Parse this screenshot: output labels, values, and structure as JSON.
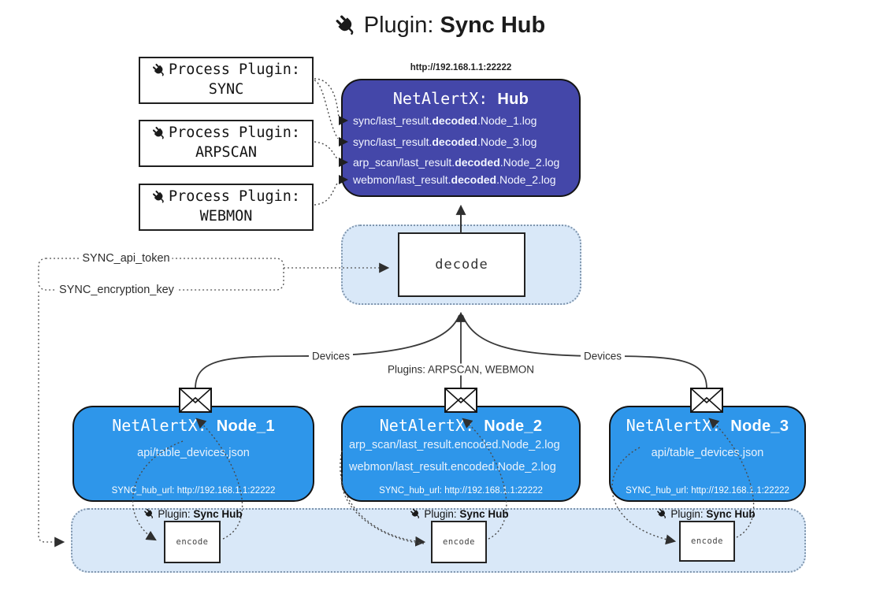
{
  "title": {
    "prefix": "Plugin: ",
    "bold": "Sync Hub"
  },
  "hub": {
    "url": "http://192.168.1.1:22222",
    "name_prefix": "NetAlertX: ",
    "name_bold": "Hub",
    "lines": [
      {
        "pre": "sync/last_result.",
        "bold": "decoded",
        "post": ".Node_1.log"
      },
      {
        "pre": "sync/last_result.",
        "bold": "decoded",
        "post": ".Node_3.log"
      },
      {
        "pre": "arp_scan/last_result.",
        "bold": "decoded",
        "post": ".Node_2.log"
      },
      {
        "pre": "webmon/last_result.",
        "bold": "decoded",
        "post": ".Node_2.log"
      }
    ]
  },
  "process_plugins": [
    {
      "title": "Process Plugin:",
      "name": "SYNC"
    },
    {
      "title": "Process Plugin:",
      "name": "ARPSCAN"
    },
    {
      "title": "Process Plugin:",
      "name": "WEBMON"
    }
  ],
  "decode_label": "decode",
  "config": {
    "api_token": "SYNC_api_token",
    "encryption_key": "SYNC_encryption_key"
  },
  "edge_labels": {
    "devices_left": "Devices",
    "plugins_middle": "Plugins: ARPSCAN, WEBMON",
    "devices_right": "Devices"
  },
  "nodes": [
    {
      "name_prefix": "NetAlertX: ",
      "name_bold": "Node_1",
      "lines": [
        "api/table_devices.json"
      ],
      "hub_url": "SYNC_hub_url: http://192.168.1.1:22222"
    },
    {
      "name_prefix": "NetAlertX: ",
      "name_bold": "Node_2",
      "lines": [
        "arp_scan/last_result.encoded.Node_2.log",
        "webmon/last_result.encoded.Node_2.log"
      ],
      "hub_url": "SYNC_hub_url: http://192.168.1.1:22222"
    },
    {
      "name_prefix": "NetAlertX: ",
      "name_bold": "Node_3",
      "lines": [
        "api/table_devices.json"
      ],
      "hub_url": "SYNC_hub_url: http://192.168.1.1:22222"
    }
  ],
  "encoders": [
    {
      "plugin_prefix": "Plugin: ",
      "plugin_bold": "Sync Hub",
      "label": "encode"
    },
    {
      "plugin_prefix": "Plugin: ",
      "plugin_bold": "Sync Hub",
      "label": "encode"
    },
    {
      "plugin_prefix": "Plugin: ",
      "plugin_bold": "Sync Hub",
      "label": "encode"
    }
  ],
  "colors": {
    "hub_fill": "#4447a9",
    "node_fill": "#2e96ea",
    "panel_fill": "#d9e8f8",
    "panel_border": "#7f95ad",
    "line": "#3a3a3a"
  }
}
